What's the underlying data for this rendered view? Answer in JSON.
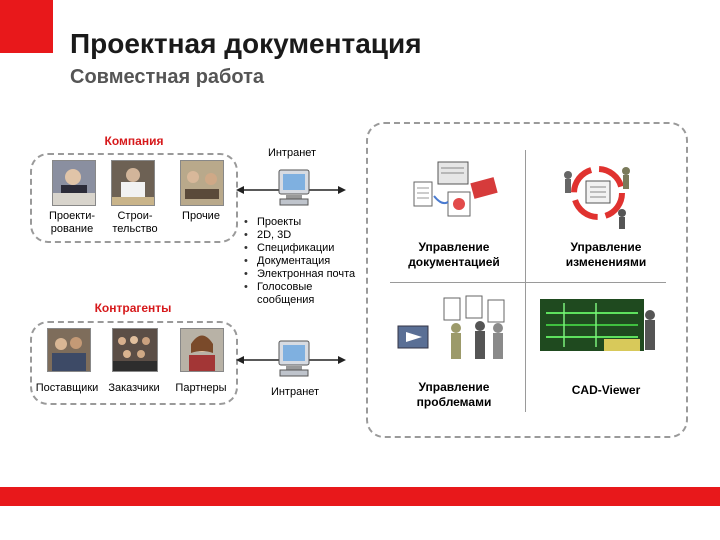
{
  "header": {
    "title": "Проектная документация",
    "subtitle": "Совместная работа"
  },
  "company": {
    "label": "Компания",
    "items": [
      {
        "line1": "Проекти-",
        "line2": "рование"
      },
      {
        "line1": "Строи-",
        "line2": "тельство"
      },
      {
        "line1": "Прочие",
        "line2": ""
      }
    ]
  },
  "contractors": {
    "label": "Контрагенты",
    "items": [
      "Поставщики",
      "Заказчики",
      "Партнеры"
    ]
  },
  "intranet": {
    "top_label": "Интранет",
    "bottom_label": "Интранет",
    "bullets": [
      "Проекты",
      "2D, 3D",
      "Спецификации",
      "Документация",
      "Электронная почта",
      "Голосовые сообщения"
    ]
  },
  "quadrants": [
    {
      "line1": "Управление",
      "line2": "документацией"
    },
    {
      "line1": "Управление",
      "line2": "изменениями"
    },
    {
      "line1": "Управление",
      "line2": "проблемами"
    },
    {
      "line1": "CAD-Viewer",
      "line2": ""
    }
  ],
  "colors": {
    "accent": "#e8181b",
    "label_red": "#d6191b"
  }
}
